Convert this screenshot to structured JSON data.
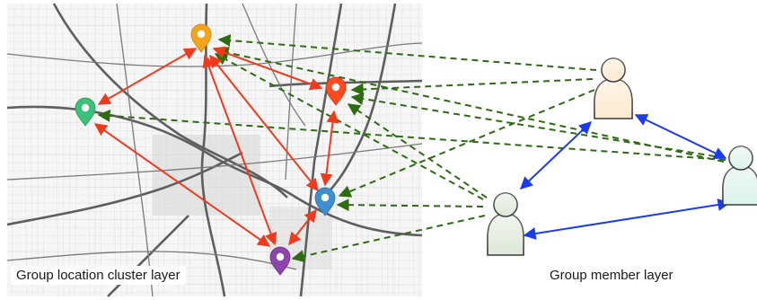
{
  "captions": {
    "location_layer": "Group location cluster layer",
    "member_layer": "Group member layer"
  },
  "colors": {
    "location_link": "#f03a1e",
    "member_to_location": "#2e6b12",
    "member_link": "#1a3cf0",
    "map_road": "#9c9c9c",
    "map_highway": "#5e5e5e"
  },
  "location_pins": [
    {
      "id": "orange",
      "color": "#f3a41b"
    },
    {
      "id": "red",
      "color": "#ff4b1f"
    },
    {
      "id": "green",
      "color": "#3cc07a"
    },
    {
      "id": "blue",
      "color": "#3e8ed0"
    },
    {
      "id": "purple",
      "color": "#8e44ad"
    }
  ],
  "members": [
    {
      "id": "member-top",
      "fill": "#fde9cf",
      "stroke": "#3a3a3a"
    },
    {
      "id": "member-right",
      "fill": "#dcf3ea",
      "stroke": "#3a3a3a"
    },
    {
      "id": "member-bottom",
      "fill": "#dfe8d9",
      "stroke": "#3a3a3a"
    }
  ]
}
